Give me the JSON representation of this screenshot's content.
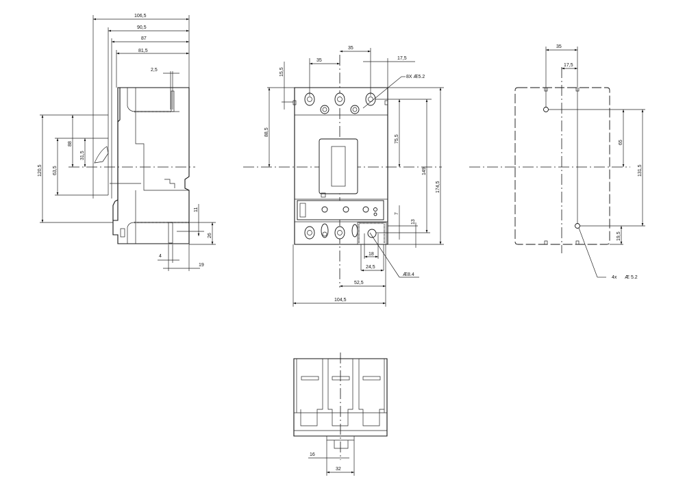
{
  "side_view": {
    "dims": {
      "w1065": "106,5",
      "w905": "90,5",
      "w87": "87",
      "w815": "81,5",
      "w25": "2,5",
      "h1205": "120,5",
      "h88": "88",
      "h635": "63,5",
      "h315": "31,5",
      "h11": "11",
      "h26": "26",
      "w4": "4",
      "w19": "19"
    }
  },
  "front_view": {
    "dims": {
      "a35": "35",
      "b35": "35",
      "w175": "17,5",
      "h155": "15,5",
      "h885": "88,5",
      "h755": "75,5",
      "h149": "149",
      "h1745": "174,5",
      "h7": "7",
      "h13": "13",
      "w18": "18",
      "w245": "24,5",
      "w525": "52,5",
      "w1045": "104,5"
    },
    "callouts": {
      "holes": "8X  Æ5.2",
      "bore": "Æ8.4"
    }
  },
  "rear_view": {
    "dims": {
      "w35": "35",
      "w175": "17,5",
      "h65": "65",
      "h1315": "131,5",
      "h195": "19,5"
    },
    "callouts": {
      "count": "4x",
      "hole": "Æ 5.2"
    }
  },
  "bottom_view": {
    "dims": {
      "w16": "16",
      "w32": "32"
    }
  }
}
